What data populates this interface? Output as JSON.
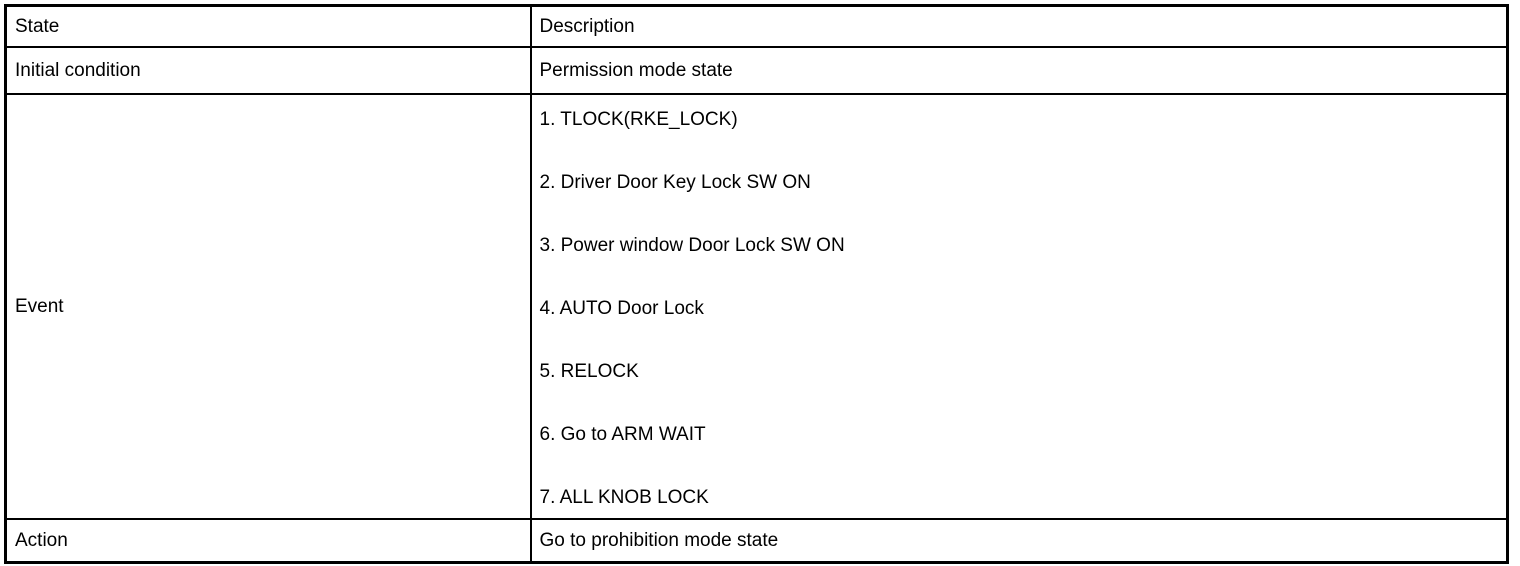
{
  "page": {
    "background_color": "#ffffff",
    "border_color": "#000000",
    "text_color": "#000000"
  },
  "table": {
    "header": {
      "state": "State",
      "description": "Description"
    },
    "rows": [
      {
        "state": "Initial condition",
        "description": "Permission mode state"
      },
      {
        "state": "Event",
        "items": [
          "1. TLOCK(RKE_LOCK)",
          "2. Driver Door Key Lock SW ON",
          "3. Power window Door Lock SW ON",
          "4. AUTO Door Lock",
          "5. RELOCK",
          "6. Go to ARM WAIT",
          "7. ALL KNOB LOCK"
        ]
      },
      {
        "state": "Action",
        "description": "Go to prohibition mode state"
      }
    ]
  }
}
